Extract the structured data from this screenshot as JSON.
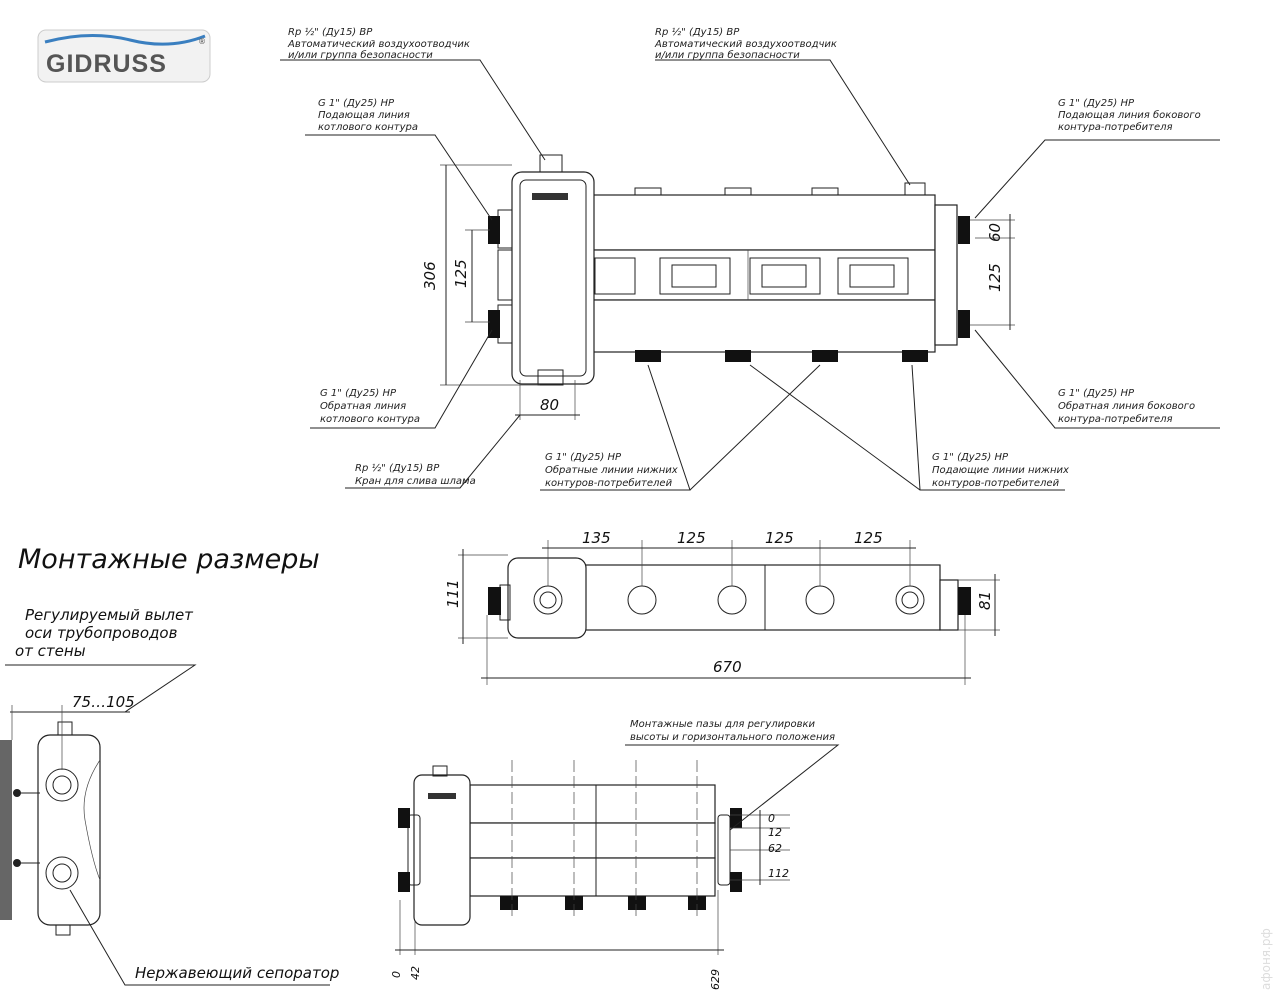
{
  "logo": {
    "brand": "GIDRUSS",
    "registered": "®"
  },
  "watermark": "афоня.рф",
  "top_view": {
    "callouts": {
      "air_vent_left": [
        "Rp ½\" (Ду15) ВР",
        "Автоматический воздухоотводчик",
        "и/или группа безопасности"
      ],
      "air_vent_right": [
        "Rp ½\" (Ду15) ВР",
        "Автоматический воздухоотводчик",
        "и/или группа безопасности"
      ],
      "boiler_supply": [
        "G 1\" (Ду25) НР",
        "Подающая линия",
        "котлового контура"
      ],
      "boiler_return": [
        "G 1\" (Ду25) НР",
        "Обратная линия",
        "котлового контура"
      ],
      "side_supply": [
        "G 1\" (Ду25) НР",
        "Подающая линия бокового",
        "контура-потребителя"
      ],
      "side_return": [
        "G 1\" (Ду25) НР",
        "Обратная линия бокового",
        "контура-потребителя"
      ],
      "drain": [
        "Rp ½\" (Ду15) ВР",
        "Кран для слива шлама"
      ],
      "lower_returns": [
        "G 1\" (Ду25) НР",
        "Обратные линии нижних",
        "контуров-потребителей"
      ],
      "lower_supplies": [
        "G 1\" (Ду25) НР",
        "Подающие линии нижних",
        "контуров-потребителей"
      ]
    },
    "dims": {
      "height": "306",
      "port_spacing_left": "125",
      "separator_width": "80",
      "right_offset": "60",
      "port_spacing_right": "125"
    }
  },
  "mounting": {
    "title": "Монтажные размеры",
    "offset_label": [
      "Регулируемый вылет",
      "оси трубопроводов",
      "от стены"
    ],
    "offset_value": "75…105",
    "separator_label": "Нержавеющий сепоратор",
    "slots_label": [
      "Монтажные пазы для регулировки",
      "высоты и горизонтального положения"
    ]
  },
  "plan_view": {
    "dims_top": [
      "135",
      "125",
      "125",
      "125"
    ],
    "total": "670",
    "left_height": "111",
    "right_height": "81"
  },
  "front_view": {
    "right_dims": [
      "0",
      "12",
      "62",
      "112"
    ],
    "bottom_dims": [
      "0",
      "42",
      "629"
    ]
  }
}
